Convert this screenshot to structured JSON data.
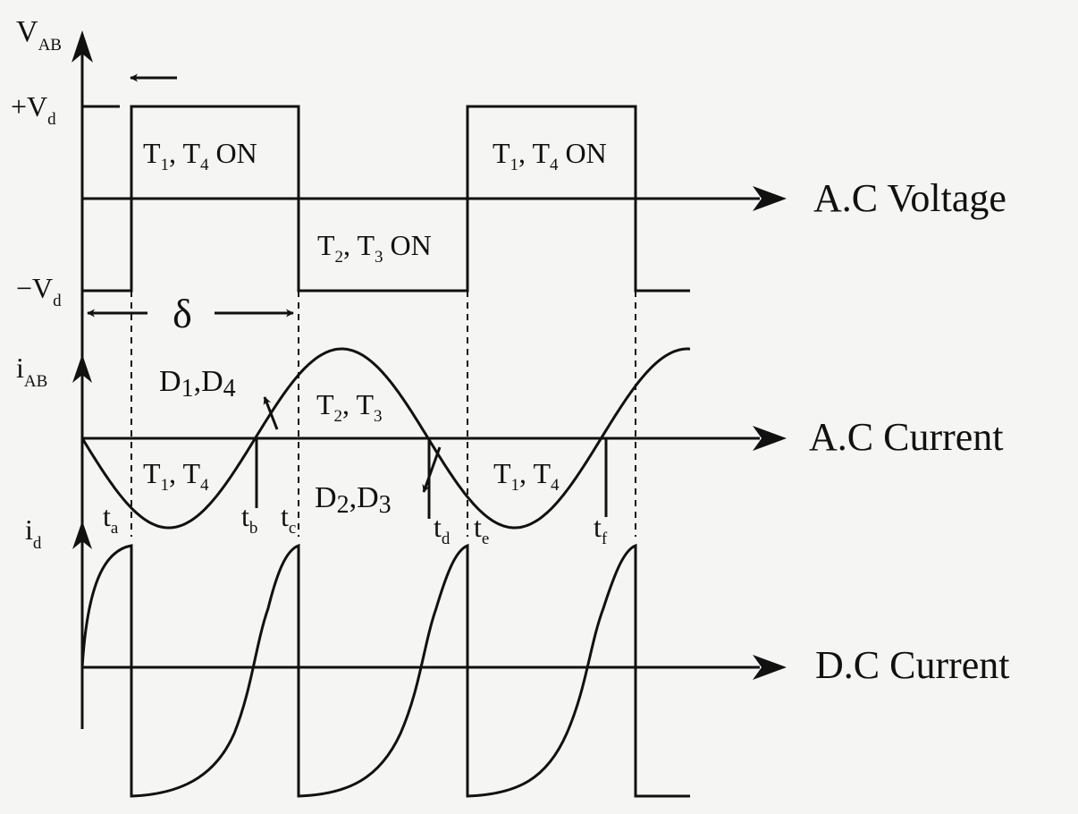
{
  "axes": {
    "voltage": {
      "symbol": "V",
      "sub": "AB",
      "label": "A.C Voltage"
    },
    "ac_current": {
      "symbol": "i",
      "sub": "AB",
      "label": "A.C Current"
    },
    "dc_current": {
      "symbol": "i",
      "sub": "d",
      "label": "D.C Current"
    }
  },
  "levels": {
    "pos": {
      "prefix": "+V",
      "sub": "d"
    },
    "neg": {
      "prefix": "−V",
      "sub": "d"
    }
  },
  "delta": {
    "symbol": "δ"
  },
  "states": {
    "t1t4_on_a": {
      "a": "T",
      "a_sub": "1",
      "b": ", T",
      "b_sub": "4",
      "tail": " ON"
    },
    "t2t3_on": {
      "a": "T",
      "a_sub": "2",
      "b": ", T",
      "b_sub": "3",
      "tail": " ON"
    },
    "t1t4_on_b": {
      "a": "T",
      "a_sub": "1",
      "b": ", T",
      "b_sub": "4",
      "tail": " ON"
    }
  },
  "conduction": {
    "d1d4": {
      "a": "D",
      "a_sub": "1",
      "b": ",D",
      "b_sub": "4"
    },
    "t2t3": {
      "a": "T",
      "a_sub": "2",
      "b": ", T",
      "b_sub": "3"
    },
    "t1t4_a": {
      "a": "T",
      "a_sub": "1",
      "b": ", T",
      "b_sub": "4"
    },
    "d2d3": {
      "a": "D",
      "a_sub": "2",
      "b": ",D",
      "b_sub": "3"
    },
    "t1t4_b": {
      "a": "T",
      "a_sub": "1",
      "b": ", T",
      "b_sub": "4"
    }
  },
  "instants": {
    "ta": {
      "t": "t",
      "sub": "a"
    },
    "tb": {
      "t": "t",
      "sub": "b"
    },
    "tc": {
      "t": "t",
      "sub": "c"
    },
    "td": {
      "t": "t",
      "sub": "d"
    },
    "te": {
      "t": "t",
      "sub": "e"
    },
    "tf": {
      "t": "t",
      "sub": "f"
    }
  },
  "colors": {
    "ink": "#111111",
    "background": "#f5f5f3"
  }
}
